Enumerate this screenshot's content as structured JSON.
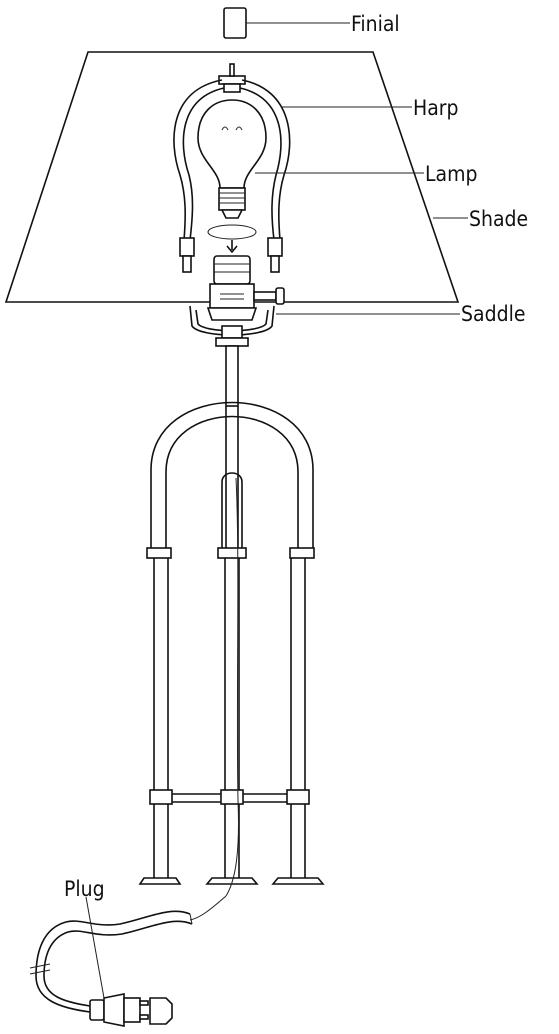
{
  "labels": {
    "finial": "Finial",
    "harp": "Harp",
    "lamp": "Lamp",
    "shade": "Shade",
    "saddle": "Saddle",
    "plug": "Plug"
  },
  "colors": {
    "line": "#111111",
    "background": "#ffffff"
  }
}
